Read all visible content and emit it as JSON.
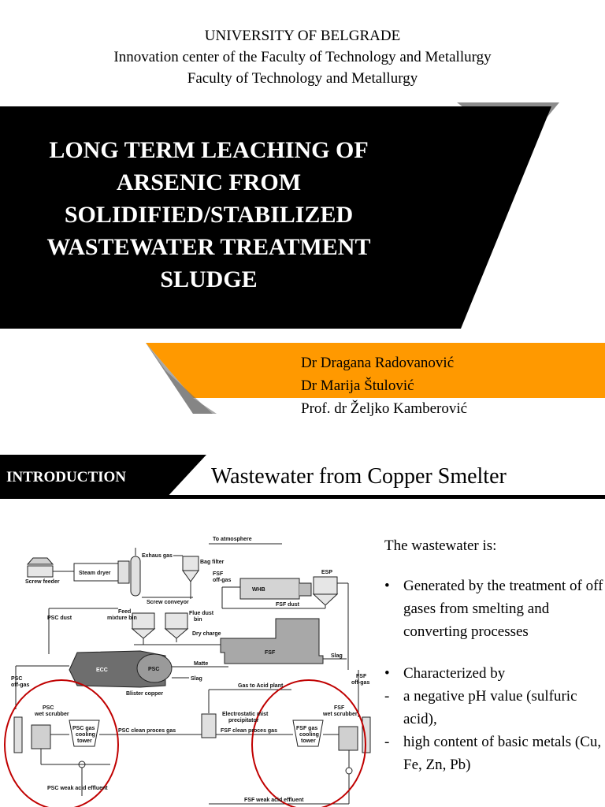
{
  "header": {
    "university": "UNIVERSITY OF BELGRADE",
    "innovation_center": "Innovation center of the Faculty of Technology and Metallurgy",
    "faculty": "Faculty of Technology and Metallurgy"
  },
  "title": "LONG TERM LEACHING OF ARSENIC FROM SOLIDIFIED/STABILIZED WASTEWATER TREATMENT SLUDGE",
  "authors": [
    "Dr Dragana Radovanović",
    "Dr Marija Štulović",
    "Prof. dr Željko Kamberović"
  ],
  "section": {
    "label": "INTRODUCTION",
    "title": "Wastewater from Copper Smelter"
  },
  "text": {
    "lead": "The wastewater is:",
    "bullet1": "Generated by the treatment of off gases from smelting and converting processes",
    "bullet2": "Characterized by",
    "dash1": "a negative pH value (sulfuric acid),",
    "dash2": "high content of basic metals (Cu, Fe, Zn, Pb)"
  },
  "diagram": {
    "to_atmosphere": "To atmosphere",
    "exhaus_gas": "Exhaus gas",
    "bag_filter": "Bag filter",
    "esp": "ESP",
    "screw_feeder": "Screw feeder",
    "steam_dryer": "Steam dryer",
    "screw_conveyor": "Screw conveyor",
    "whb": "WHB",
    "fsf_offgas_1": "FSF",
    "fsf_offgas_2": "off-gas",
    "fsf_dust": "FSF dust",
    "psc_dust": "PSC dust",
    "feed_bin_1": "Feed",
    "feed_bin_2": "mixture bin",
    "flue_dust_1": "Flue dust",
    "flue_dust_2": "bin",
    "dry_charge": "Dry charge",
    "ecc": "ECC",
    "fsf": "FSF",
    "matte": "Matte",
    "slag1": "Slag",
    "slag2": "Slag",
    "psc": "PSC",
    "blister": "Blister copper",
    "psc_offgas_1": "PSC",
    "psc_offgas_2": "off-gas",
    "fsf_offgas_r1": "FSF",
    "fsf_offgas_r2": "off-gas",
    "gas_acid": "Gas to Acid plant",
    "emp_1": "Electrostatic mist",
    "emp_2": "precipitator",
    "psc_ws_1": "PSC",
    "psc_ws_2": "wet scrubber",
    "fsf_ws_1": "FSF",
    "fsf_ws_2": "wet scrubber",
    "psc_tower_1": "PSC gas",
    "psc_tower_2": "cooling",
    "psc_tower_3": "tower",
    "fsf_tower_1": "FSF gas",
    "fsf_tower_2": "cooling",
    "fsf_tower_3": "tower",
    "psc_clean": "PSC clean proces gas",
    "fsf_clean": "FSF clean proces gas",
    "psc_weak": "PSC weak acid effluent",
    "fsf_weak": "FSF weak acid effluent"
  }
}
